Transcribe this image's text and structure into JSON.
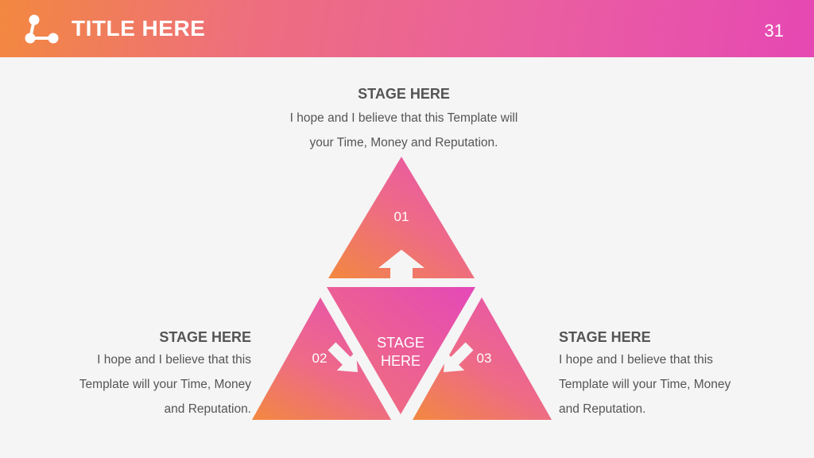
{
  "header": {
    "title": "TITLE HERE",
    "page_number": "31",
    "colors": {
      "gradient_start": "#f2883f",
      "gradient_end": "#e648b3"
    },
    "logo_icon": "share-nodes-icon"
  },
  "diagram": {
    "center_label_line1": "STAGE",
    "center_label_line2": "HERE",
    "triangles": [
      {
        "number": "01"
      },
      {
        "number": "02"
      },
      {
        "number": "03"
      }
    ]
  },
  "stages": {
    "top": {
      "title": "STAGE HERE",
      "line1": "I hope and I believe that this Template will",
      "line2": "your Time, Money and Reputation."
    },
    "left": {
      "title": "STAGE HERE",
      "line1": "I hope and I believe that this",
      "line2": "Template will your Time, Money",
      "line3": "and Reputation."
    },
    "right": {
      "title": "STAGE HERE",
      "line1": "I hope and I believe that this",
      "line2": "Template will your Time, Money",
      "line3": "and Reputation."
    }
  }
}
